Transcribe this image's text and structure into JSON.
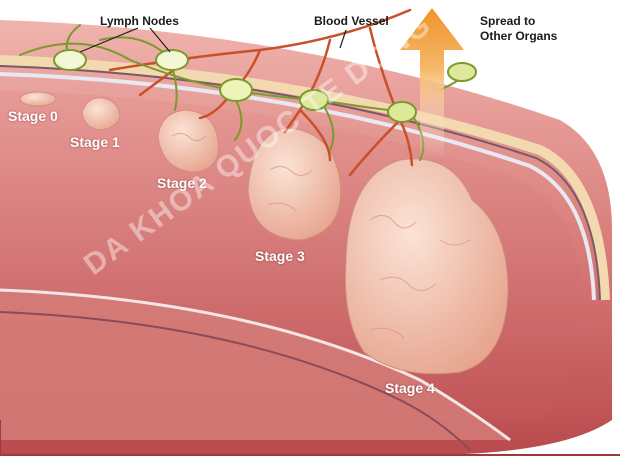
{
  "labels": {
    "lymph_nodes": "Lymph Nodes",
    "blood_vessel": "Blood Vessel",
    "spread_line1": "Spread to",
    "spread_line2": "Other Organs"
  },
  "stages": [
    "Stage 0",
    "Stage 1",
    "Stage 2",
    "Stage 3",
    "Stage 4"
  ],
  "watermark": "DA KHOA QUOC TE DONG DONG",
  "colors": {
    "tissue": "#c45a5a",
    "tissue_light": "#e9a6a1",
    "tumor": "#f2c7b5",
    "vessel": "#c8502a",
    "lymph": "#7a9a2a",
    "node": "#eef3b8",
    "arrow": "#f0a64a"
  }
}
